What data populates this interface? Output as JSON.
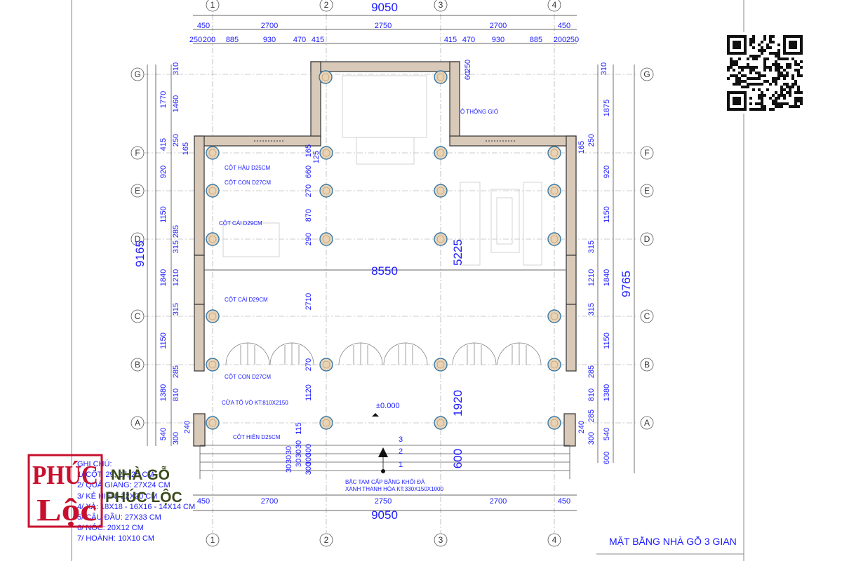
{
  "title": "MẶT BẰNG NHÀ GỖ 3 GIAN",
  "axes": {
    "columns": [
      "1",
      "2",
      "3",
      "4"
    ],
    "rows": [
      "G",
      "F",
      "E",
      "D",
      "C",
      "B",
      "A"
    ]
  },
  "dims": {
    "top_total": "9050",
    "bottom_total": "9050",
    "bays": [
      "450",
      "2700",
      "2750",
      "2700",
      "450"
    ],
    "top_fine_left": [
      "250",
      "200",
      "885",
      "930",
      "470",
      "415"
    ],
    "top_fine_right": [
      "415",
      "470",
      "930",
      "885",
      "200",
      "250"
    ],
    "porch": "60",
    "porch2": "250",
    "left_overall": "9165",
    "right_overall": "9765",
    "left_outer": [
      "1770",
      "920",
      "1150",
      "1840",
      "1150",
      "1380",
      "540"
    ],
    "left_inner": [
      "310",
      "1460",
      "250",
      "415",
      "165",
      "285",
      "315",
      "1210",
      "315",
      "285",
      "810",
      "240",
      "300"
    ],
    "right_outer": [
      "1875",
      "920",
      "1150",
      "1840",
      "1150",
      "1380",
      "540",
      "600"
    ],
    "right_inner": [
      "310",
      "165",
      "250",
      "315",
      "1210",
      "315",
      "285",
      "810",
      "285",
      "240",
      "300"
    ],
    "interior_span": "8550",
    "depth_mid": "5225",
    "depth_front": "1920",
    "depth_step": "600",
    "center_vertical": [
      "165",
      "125",
      "660",
      "270",
      "870",
      "290",
      "2710",
      "270",
      "1120",
      "115",
      "30",
      "30",
      "30"
    ],
    "step_stack": [
      "300",
      "300",
      "300",
      "30",
      "30",
      "30"
    ]
  },
  "labels": {
    "vent": "Ô THÔNG GIÓ",
    "cot_hau": "CỘT HẬU D25CM",
    "cot_con_top": "CỘT CON D27CM",
    "cot_cai_top": "CỘT CÁI D29CM",
    "cot_cai_bottom": "CỘT CÁI D29CM",
    "cot_con_bottom": "CỘT CON D27CM",
    "cua": "CỬA TÔ VÒ KT:810X2150",
    "cot_hien": "CỘT HIÊN D25CM",
    "level": "±0.000",
    "steps": [
      "3",
      "2",
      "1"
    ],
    "bac_line1": "BẬC TAM CẤP BẰNG KHỐI ĐÁ",
    "bac_line2": "XANH THANH HÓA KT:330X150X1000"
  },
  "legend": {
    "title": "GHI CHÚ:",
    "items": [
      "1/ CỘT: 29, 27, 25 CM",
      "2/ QUÁ GIANG: 27X24 CM",
      "3/ KẺ HIÊN: 22X20 CM",
      "4/ XÀ: 18X18 - 16X16 - 14X14 CM",
      "5/ CÂU ĐẦU: 27X33 CM",
      "6/ NÓC: 20X12 CM",
      "7/ HOÀNH: 10X10 CM"
    ]
  },
  "brand": {
    "logo_line1": "PHÚC",
    "logo_line2": "Lộc",
    "name_line1": "NHÀ GỖ",
    "name_line2": "PHÚC LỘC"
  },
  "colors": {
    "dimension": "#1a1aff",
    "wall": "#d8c9b8",
    "logo": "#c8102e",
    "brand_text": "#3a4a1a"
  }
}
